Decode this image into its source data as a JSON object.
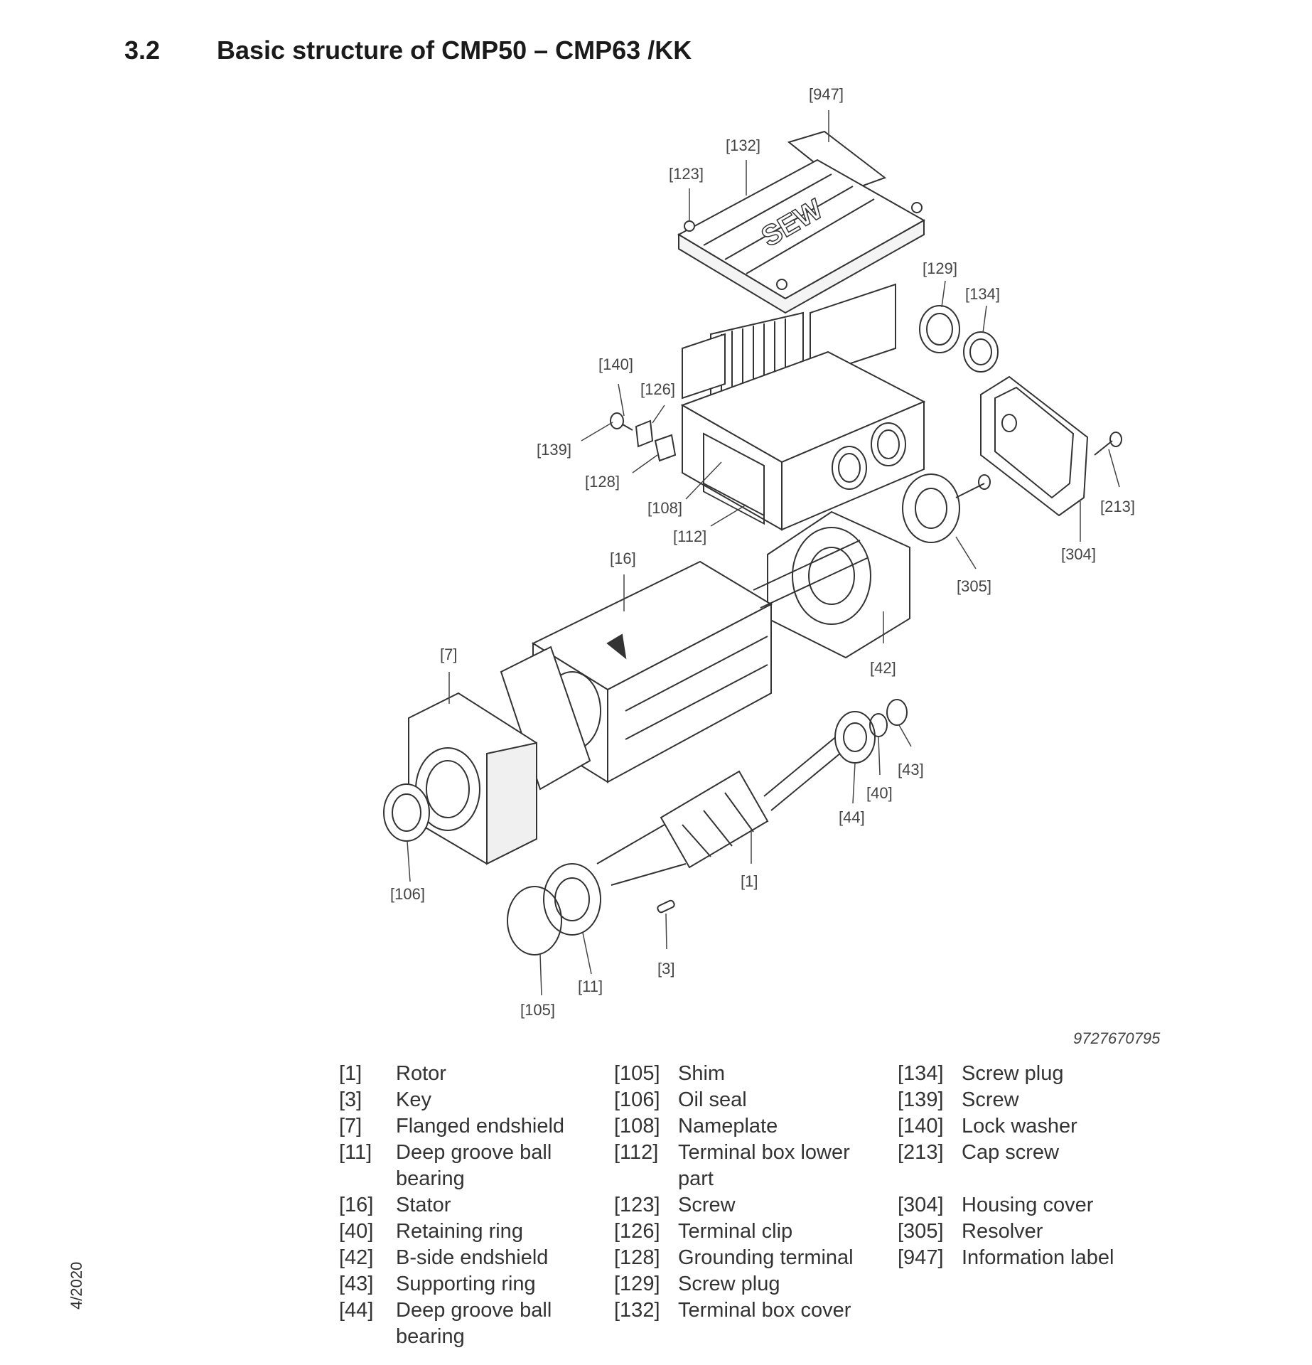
{
  "heading": {
    "number": "3.2",
    "title": "Basic structure of CMP50 – CMP63 /KK"
  },
  "figure": {
    "logo_text": "SEW",
    "callouts": {
      "c947": "[947]",
      "c132": "[132]",
      "c123": "[123]",
      "c129": "[129]",
      "c134": "[134]",
      "c140": "[140]",
      "c126": "[126]",
      "c139": "[139]",
      "c128": "[128]",
      "c108": "[108]",
      "c112": "[112]",
      "c16": "[16]",
      "c213": "[213]",
      "c304": "[304]",
      "c305": "[305]",
      "c7": "[7]",
      "c42": "[42]",
      "c43": "[43]",
      "c40": "[40]",
      "c44": "[44]",
      "c106": "[106]",
      "c1": "[1]",
      "c3": "[3]",
      "c11": "[11]",
      "c105": "[105]"
    },
    "doc_id": "9727670795"
  },
  "legend": {
    "col1": [
      {
        "ref": "[1]",
        "label": "Rotor"
      },
      {
        "ref": "[3]",
        "label": "Key"
      },
      {
        "ref": "[7]",
        "label": "Flanged endshield"
      },
      {
        "ref": "[11]",
        "label": "Deep groove ball bearing"
      },
      {
        "ref": "[16]",
        "label": "Stator"
      },
      {
        "ref": "[40]",
        "label": "Retaining ring"
      },
      {
        "ref": "[42]",
        "label": "B-side endshield"
      },
      {
        "ref": "[43]",
        "label": "Supporting ring"
      },
      {
        "ref": "[44]",
        "label": "Deep groove ball bearing"
      }
    ],
    "col2": [
      {
        "ref": "[105]",
        "label": "Shim"
      },
      {
        "ref": "[106]",
        "label": "Oil seal"
      },
      {
        "ref": "[108]",
        "label": "Nameplate"
      },
      {
        "ref": "[112]",
        "label": "Terminal box lower part"
      },
      {
        "ref": "[123]",
        "label": "Screw"
      },
      {
        "ref": "[126]",
        "label": "Terminal clip"
      },
      {
        "ref": "[128]",
        "label": "Grounding terminal"
      },
      {
        "ref": "[129]",
        "label": "Screw plug"
      },
      {
        "ref": "[132]",
        "label": "Terminal box cover"
      }
    ],
    "col3": [
      {
        "ref": "[134]",
        "label": "Screw plug"
      },
      {
        "ref": "[139]",
        "label": "Screw"
      },
      {
        "ref": "[140]",
        "label": "Lock washer"
      },
      {
        "ref": "[213]",
        "label": "Cap screw"
      },
      {
        "ref": "[304]",
        "label": "Housing cover"
      },
      {
        "ref": "[305]",
        "label": "Resolver"
      },
      {
        "ref": "[947]",
        "label": "Information label"
      }
    ]
  },
  "sidebar_text": "4/2020"
}
